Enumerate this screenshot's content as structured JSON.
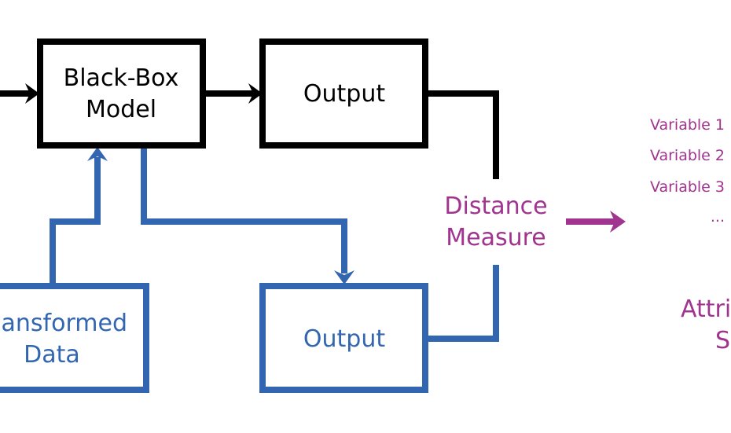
{
  "colors": {
    "black": "#000000",
    "blue": "#3366b0",
    "purple": "#a0348f"
  },
  "black_box": {
    "line1": "Black-Box",
    "line2": "Model"
  },
  "original_output": {
    "label": "Output"
  },
  "transformed_data": {
    "line1": "ansformed",
    "line2": "Data"
  },
  "transformed_output": {
    "label": "Output"
  },
  "distance_measure": {
    "line1": "Distance",
    "line2": "Measure"
  },
  "variables": [
    "Variable 1",
    "Variable 2",
    "Variable 3",
    "..."
  ],
  "attribution": {
    "line1": "Attri",
    "line2": "S"
  }
}
